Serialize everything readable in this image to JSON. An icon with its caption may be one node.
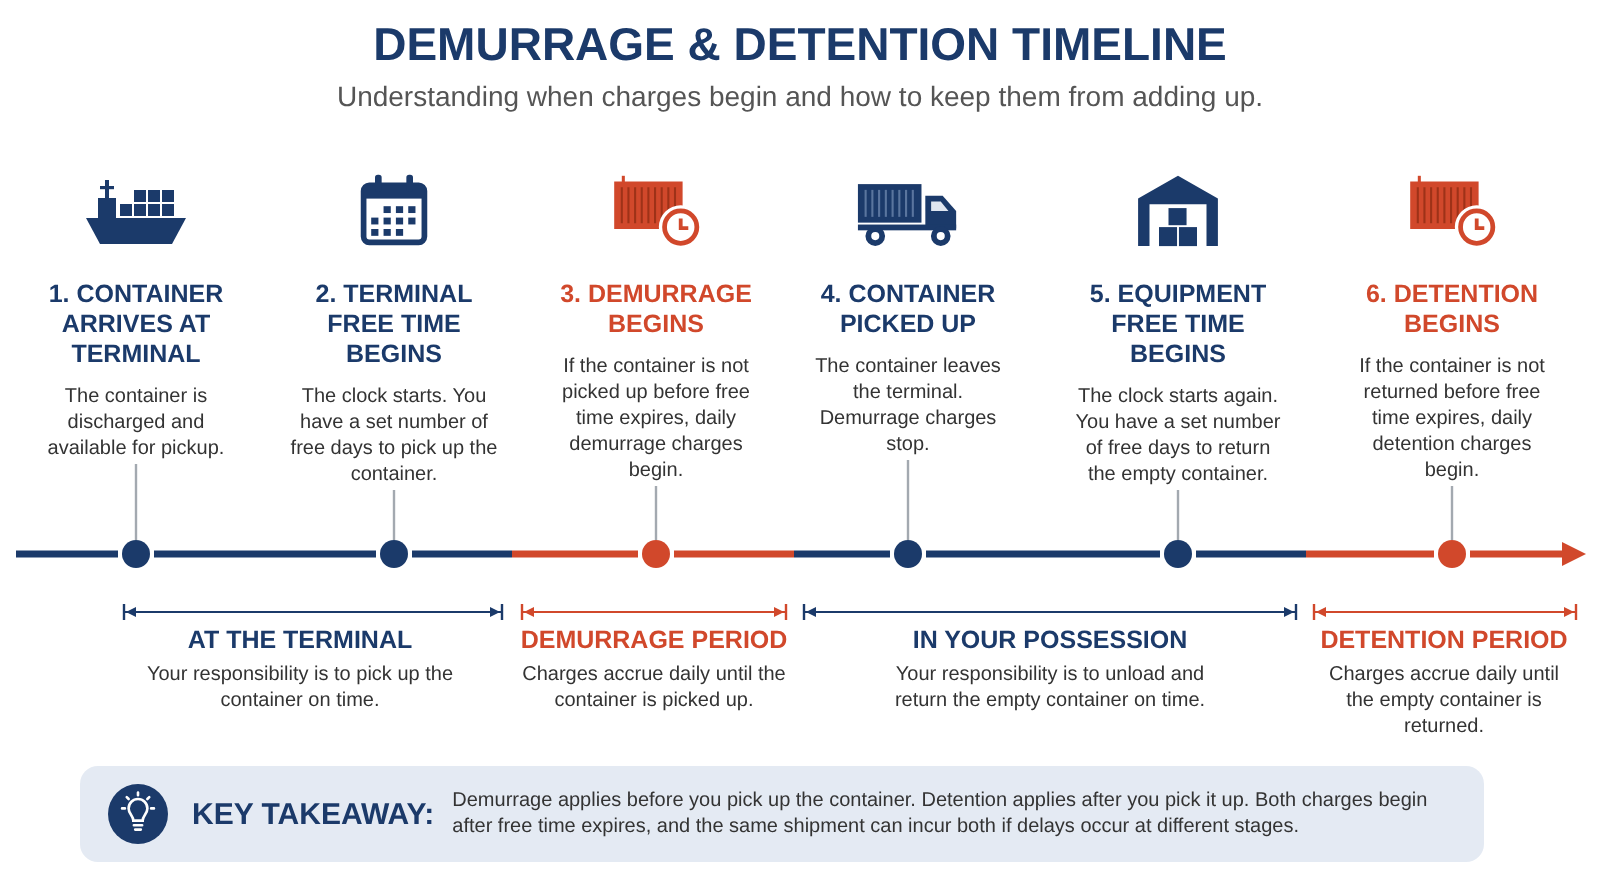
{
  "diagram": {
    "title": "DEMURRAGE & DETENTION TIMELINE",
    "nodes": [
      {
        "text": [
          "1. CONTAINER ARRIVES AT TERMINAL",
          "The container is discharged and available for pickup."
        ]
      },
      {
        "text": [
          "2. TERMINAL FREE TIME BEGINS",
          "The clock starts. You have a set number of free days to pick up the container."
        ]
      },
      {
        "text": [
          "3. DEMURRAGE BEGINS",
          "If the container is not picked up before free time expires, daily demurrage charges begin."
        ]
      },
      {
        "text": [
          "4. CONTAINER PICKED UP",
          "The container leaves the terminal. Demurrage charges stop."
        ]
      },
      {
        "text": [
          "5. EQUIPMENT FREE TIME BEGINS",
          "The clock starts again. You have a set number of free days to return the empty container."
        ]
      },
      {
        "text": [
          "6. DETENTION BEGINS",
          "If the container is not returned before free time expires, daily detention charges begin."
        ]
      },
      {
        "text": [],
        "shape": "circle"
      },
      {
        "text": [],
        "shape": "circle"
      },
      {
        "text": [],
        "shape": "circle"
      },
      {
        "text": [],
        "shape": "circle"
      },
      {
        "text": [],
        "shape": "circle"
      },
      {
        "text": [],
        "shape": "circle"
      },
      {
        "text": [
          "KEY TAKEAWAY:",
          "Demurrage applies before you pick up the container. Detention applies after you pick it up. Both charges begin after free time expires, and the same shipment can incur both if delays occur at different stages."
        ]
      }
    ],
    "edges": [
      {
        "from": 0,
        "to": 6,
        "arrow": "none"
      },
      {
        "from": 1,
        "to": 7,
        "arrow": "none"
      },
      {
        "from": 2,
        "to": 8,
        "arrow": "none"
      },
      {
        "from": 3,
        "to": 9,
        "arrow": "none"
      },
      {
        "from": 4,
        "to": 10,
        "arrow": "none"
      },
      {
        "from": 5,
        "to": 11,
        "arrow": "none"
      }
    ],
    "labels": [
      "Understanding when charges begin and how to keep them from adding up.",
      "AT THE TERMINAL",
      "Your responsibility is to pick up the container on time.",
      "DEMURRAGE PERIOD",
      "Charges accrue daily until the container is picked up.",
      "IN YOUR POSSESSION",
      "Your responsibility is to unload and return the empty container on time.",
      "DETENTION PERIOD",
      "Charges accrue daily until the empty container is returned."
    ]
  }
}
